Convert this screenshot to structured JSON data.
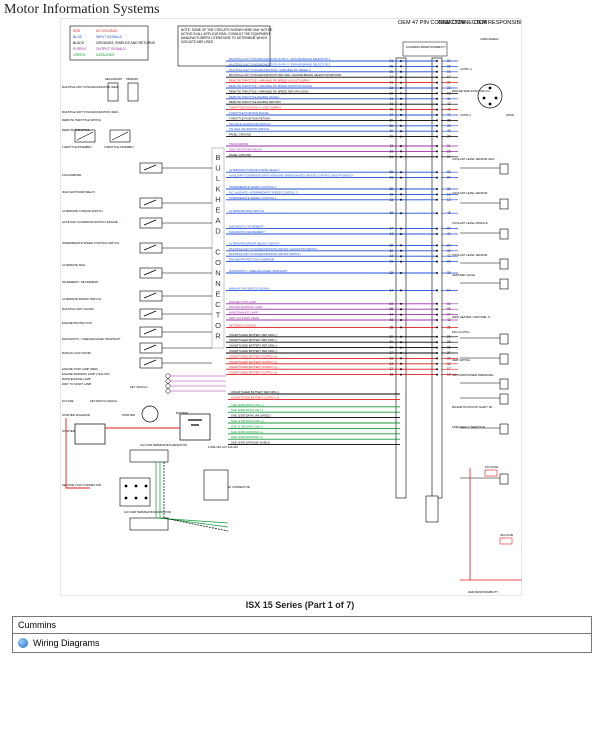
{
  "page": {
    "title": "Motor Information Systems"
  },
  "diagram": {
    "header": {
      "connector": "OEM 47 PIN CONNECTOR",
      "oem_connector": "OEM CONNECTOR",
      "oem_responsibility": "OEM RESPONSIBILITY",
      "cummins_responsibility": "CUMMINS RESPONSIBILITY",
      "note": "NOTE: SOME OF THE CIRCUITS SHOWN HERE MAY NOT BE ACTIVE IN ALL APPLICATIONS. CONSULT THE EQUIPMENT MANUFACTURER'S LITERATURE TO DETERMINE WHICH CIRCUITS ARE USED."
    },
    "legend": [
      {
        "color_name": "RED",
        "desc": "DC VOLTAGE",
        "hex": "#e21b1b"
      },
      {
        "color_name": "BLUE",
        "desc": "INPUT SIGNALS",
        "hex": "#1f4fd8"
      },
      {
        "color_name": "BLACK",
        "desc": "GROUNDS, SHIELDS AND RETURNS",
        "hex": "#000000"
      },
      {
        "color_name": "PURPLE",
        "desc": "OUTPUT SIGNALS",
        "hex": "#9b2fa8"
      },
      {
        "color_name": "GREEN",
        "desc": "DATALINKS",
        "hex": "#159a3a"
      }
    ],
    "bulkhead_letters": [
      "B",
      "U",
      "L",
      "K",
      "H",
      "E",
      "A",
      "D",
      "",
      "C",
      "O",
      "N",
      "N",
      "E",
      "C",
      "T",
      "O",
      "R"
    ],
    "left_labels": [
      "MULTIPLE UNIT SYNCHRONIZATION IDENTIFICATION SHORTING PLUGS",
      "SECONDARY",
      "PRIMARY",
      "MULTIPLE UNIT SYNCHRONIZATION IDENTIFICATION SWITCH",
      "REMOTE THROTTLE SWITCH",
      "REMOTE THROTTLE",
      "THROTTLE ASSEMBLY",
      "THROTTLE ASSEMBLY",
      "TACHOMETER",
      "IDLE SHUTDOWN RELAY",
      "ALTERNATE TORQUE SWITCH",
      "AUXILIARY GOVERNOR SWITCH/ ENGINE SPEED-BASED CRUISE CONTROL ON/OFF SWITCH",
      "INTERMEDIATE SPEED CONTROL SWITCH",
      "ALTERNATE IDLE",
      "INCREMENT / DECREMENT",
      "ALTERNATE DROOP SWITCH",
      "MULTIPLE UNIT ON/OFF",
      "ENGINE PROTECTION",
      "DIAGNOSTIC / USER-ENGAGED SNAPSHOT",
      "MANUAL FAN ON/OFF",
      "ENGINE STOP LAMP (RED)",
      "ENGINE WARNING LAMP (YELLOW)",
      "MAINTENANCE LAMP",
      "WAIT TO START LAMP",
      "5A FUSE",
      "KEYSWITCH SIGNAL",
      "KEY SWITCH",
      "STARTER SOLENOID",
      "STARTER",
      "STARTER MOTOR",
      "BATTERY",
      "120 OHM TERMINATING RESISTOR",
      "SERVICE TOOL CONNECTOR",
      "120 OHM TERMINATING RESISTOR",
      "FUSE 15A 12V 10A 24V",
      "9 PIN DATALINK CONNECTOR"
    ],
    "right_labels": [
      "J1939 SHIELD",
      "J1708 (+)",
      "J1708 (-)",
      "OPEN",
      "ENGINE SIDE DATA LINK CONNECTOR",
      "COOLANT LEVEL SENSOR SHORTING JUMPERS",
      "COOLANT LEVEL SENSOR",
      "COOLANT LEVEL MODULE",
      "COOLANT LEVEL SENSOR",
      "CENTINEL VALVE",
      "GRID HEATER / CENTINEL SOLENOID",
      "FAN CLUTCH",
      "OEM SWITCH",
      "AIR CONDITIONER PRESSURE SWITCH",
      "MAGNETIC PICKUP SHAFT SPEED SENSOR",
      "FREQUENCY THROTTLE",
      "10A FUSE",
      "30A FUSE",
      "OEM RESPONSIBILITY"
    ],
    "wires": [
      {
        "label": "MULTIPLE UNIT SYNCHRONIZATION ID PIN 1 / ENGINE BRAKE SELECTOR 1",
        "color": "#1f4fd8",
        "pin": "01"
      },
      {
        "label": "MULTIPLE UNIT SYNCHRONIZATION ID PIN 2 / ENGINE BRAKE SELECTOR 2",
        "color": "#1f4fd8",
        "pin": "05"
      },
      {
        "label": "MULTIPLE UNIT SYNCHRONIZATION / VARIABLE RS SPEED 3",
        "color": "#1f4fd8",
        "pin": "09"
      },
      {
        "label": "MULTIPLE UNIT SYNCHRONIZATION RETURN / ENGINE BRAKE SELECTOR RETURN",
        "color": "#000000",
        "pin": "17"
      },
      {
        "label": "REMOTE THROTTLE / VARIABLE RS SPEED +5 VOLT SUPPLY",
        "color": "#e21b1b",
        "pin": "21"
      },
      {
        "label": "REMOTE THROTTLE / VARIABLE RS SPEED POSITION SIGNAL",
        "color": "#1f4fd8",
        "pin": "22"
      },
      {
        "label": "REMOTE THROTTLE / VARIABLE RS SPEED RETURN (GND)",
        "color": "#000000",
        "pin": "23"
      },
      {
        "label": "REMOTE THROTTLE ENABLE SIGNAL",
        "color": "#1f4fd8",
        "pin": "41"
      },
      {
        "label": "REMOTE THROTTLE ENABLE RETURN",
        "color": "#000000",
        "pin": "42"
      },
      {
        "label": "THROTTLE POSITION +5 VOLT SUPPLY",
        "color": "#e21b1b",
        "pin": "46"
      },
      {
        "label": "THROTTLE POSITION SIGNAL",
        "color": "#1f4fd8",
        "pin": "47"
      },
      {
        "label": "THROTTLE POSITION RETURN",
        "color": "#000000",
        "pin": "38"
      },
      {
        "label": "OFF IDLE VALIDATION SWITCH",
        "color": "#1f4fd8",
        "pin": "39"
      },
      {
        "label": "ON IDLE VALIDATION SWITCH",
        "color": "#1f4fd8",
        "pin": "40"
      },
      {
        "label": "PANEL GROUND",
        "color": "#000000",
        "pin": "20"
      },
      {
        "label": "TACHOMETER",
        "color": "#9b2fa8",
        "pin": "11"
      },
      {
        "label": "IDLE SHUTDOWN RELAY",
        "color": "#9b2fa8",
        "pin": "28"
      },
      {
        "label": "PANEL GROUND",
        "color": "#000000",
        "pin": "24"
      },
      {
        "label": "ALTERNATE TORQUE CURVE SELECT",
        "color": "#1f4fd8",
        "pin": "06"
      },
      {
        "label": "AUXILIARY GOVERNOR SWITCH/ENGINE SPEED-BASED CRUISE CONTROL ON/OFF SWITCH",
        "color": "#1f4fd8",
        "pin": "01"
      },
      {
        "label": "INTERMEDIATE SPEED CONTROL 2",
        "color": "#1f4fd8",
        "pin": "30"
      },
      {
        "label": "ISC VALIDATE / INTERMEDIATE SPEED CONTROL 3",
        "color": "#1f4fd8",
        "pin": "18"
      },
      {
        "label": "INTERMEDIATE SPEED CONTROL 1",
        "color": "#1f4fd8",
        "pin": "13"
      },
      {
        "label": "ALTERNATE IDLE SWITCH",
        "color": "#1f4fd8",
        "pin": "45"
      },
      {
        "label": "DIAGNOSTIC INCREMENT",
        "color": "#1f4fd8",
        "pin": "27"
      },
      {
        "label": "DIAGNOSTIC DECREMENT",
        "color": "#1f4fd8",
        "pin": "44"
      },
      {
        "label": "ALTERNATE DROOP SELECT SWITCH",
        "color": "#1f4fd8",
        "pin": "29"
      },
      {
        "label": "MULTIPLE UNIT SYNCHRONIZATION ON/OFF VALIDATION SWITCH",
        "color": "#1f4fd8",
        "pin": "32"
      },
      {
        "label": "MULTIPLE UNIT SYNCHRONIZATION ON/OFF SWITCH",
        "color": "#1f4fd8",
        "pin": "42"
      },
      {
        "label": "ENGINE PROTECTION OVERRIDE",
        "color": "#1f4fd8",
        "pin": "03"
      },
      {
        "label": "DIAGNOSTIC / USER-ENGAGED SNAPSHOT",
        "color": "#1f4fd8",
        "pin": "33"
      },
      {
        "label": "MANUAL FAN SWITCH SIGNAL",
        "color": "#1f4fd8",
        "pin": "14"
      },
      {
        "label": "ENGINE STOP LAMP",
        "color": "#9b2fa8",
        "pin": "04"
      },
      {
        "label": "ENGINE WARNING LAMP",
        "color": "#9b2fa8",
        "pin": "08"
      },
      {
        "label": "MAINTENANCE LAMP",
        "color": "#9b2fa8",
        "pin": "34"
      },
      {
        "label": "WAIT-TO-START LAMP",
        "color": "#9b2fa8",
        "pin": "43"
      },
      {
        "label": "KEYSWITCH SIGNAL",
        "color": "#e21b1b",
        "pin": "35"
      },
      {
        "label": "UNSWITCHED BATTERY RETURN (-)",
        "color": "#000000",
        "pin": "29"
      },
      {
        "label": "UNSWITCHED BATTERY RETURN (-)",
        "color": "#000000",
        "pin": "30"
      },
      {
        "label": "UNSWITCHED BATTERY RETURN (-)",
        "color": "#000000",
        "pin": "36"
      },
      {
        "label": "UNSWITCHED BATTERY RETURN (-)",
        "color": "#000000",
        "pin": "37"
      },
      {
        "label": "UNSWITCHED BATTERY SUPPLY (+)",
        "color": "#e21b1b",
        "pin": "33"
      },
      {
        "label": "UNSWITCHED BATTERY SUPPLY (+)",
        "color": "#e21b1b",
        "pin": "34"
      },
      {
        "label": "UNSWITCHED BATTERY SUPPLY (+)",
        "color": "#e21b1b",
        "pin": "17"
      },
      {
        "label": "UNSWITCHED BATTERY SUPPLY (+)",
        "color": "#e21b1b",
        "pin": "18"
      },
      {
        "label": "UNSWITCHED BATTERY RETURN (-)",
        "color": "#000000",
        "pin": ""
      },
      {
        "label": "UNSWITCHED BATTERY SUPPLY (+)",
        "color": "#e21b1b",
        "pin": ""
      },
      {
        "label": "SAE J1939 DATA LINK (+)",
        "color": "#159a3a",
        "pin": ""
      },
      {
        "label": "SAE J1939 DATA LINK (-)",
        "color": "#159a3a",
        "pin": ""
      },
      {
        "label": "SAE J1939 DATA LINK SHIELD",
        "color": "#000000",
        "pin": ""
      },
      {
        "label": "SAE J1708 DATA LINK (+)",
        "color": "#159a3a",
        "pin": ""
      },
      {
        "label": "SAE J1708 DATA LINK (-)",
        "color": "#159a3a",
        "pin": ""
      },
      {
        "label": "SAE J1939 DATALINK (+)",
        "color": "#159a3a",
        "pin": ""
      },
      {
        "label": "SAE J1939 DATALINK (-)",
        "color": "#159a3a",
        "pin": ""
      },
      {
        "label": "SAE J1939 DATALINK SHIELD",
        "color": "#000000",
        "pin": ""
      }
    ]
  },
  "caption": "ISX 15 Series (Part 1 of 7)",
  "footer": {
    "brand": "Cummins",
    "link": "Wiring Diagrams"
  }
}
